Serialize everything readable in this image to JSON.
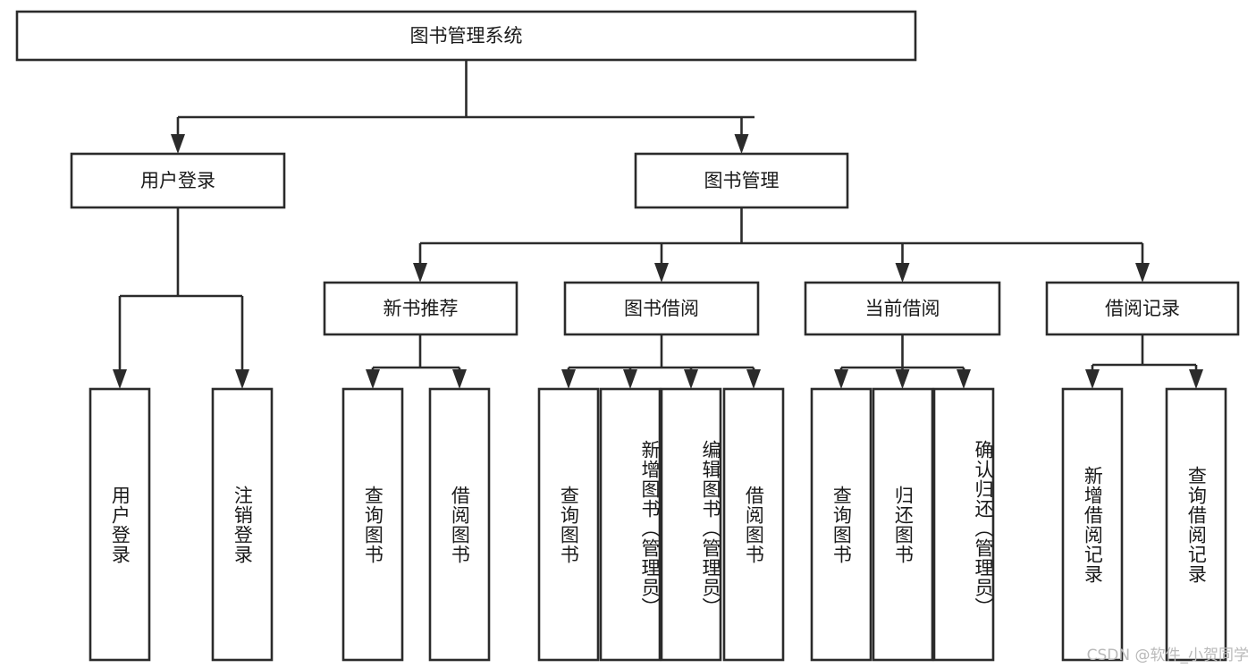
{
  "diagram": {
    "title": "图书管理系统",
    "type": "tree-hierarchy",
    "orientation": "top-down",
    "root": {
      "label": "图书管理系统",
      "children": [
        {
          "label": "用户登录",
          "children": [
            {
              "label": "用户登录"
            },
            {
              "label": "注销登录"
            }
          ]
        },
        {
          "label": "图书管理",
          "children": [
            {
              "label": "新书推荐",
              "children": [
                {
                  "label": "查询图书"
                },
                {
                  "label": "借阅图书"
                }
              ]
            },
            {
              "label": "图书借阅",
              "children": [
                {
                  "label": "查询图书"
                },
                {
                  "label": "新增图书（管理员）"
                },
                {
                  "label": "编辑图书（管理员）"
                },
                {
                  "label": "借阅图书"
                }
              ]
            },
            {
              "label": "当前借阅",
              "children": [
                {
                  "label": "查询图书"
                },
                {
                  "label": "归还图书"
                },
                {
                  "label": "确认归还（管理员）"
                }
              ]
            },
            {
              "label": "借阅记录",
              "children": [
                {
                  "label": "新增借阅记录"
                },
                {
                  "label": "查询借阅记录"
                }
              ]
            }
          ]
        }
      ]
    }
  },
  "nodes": {
    "root": {
      "label": "图书管理系统"
    },
    "level2": [
      {
        "label": "用户登录"
      },
      {
        "label": "图书管理"
      }
    ],
    "level3": [
      {
        "label": "新书推荐"
      },
      {
        "label": "图书借阅"
      },
      {
        "label": "当前借阅"
      },
      {
        "label": "借阅记录"
      }
    ],
    "leaves": [
      {
        "label": "用户登录"
      },
      {
        "label": "注销登录"
      },
      {
        "label": "查询图书"
      },
      {
        "label": "借阅图书"
      },
      {
        "label": "查询图书"
      },
      {
        "label": "新增图书（管理员）"
      },
      {
        "label": "编辑图书（管理员）"
      },
      {
        "label": "借阅图书"
      },
      {
        "label": "查询图书"
      },
      {
        "label": "归还图书"
      },
      {
        "label": "确认归还（管理员）"
      },
      {
        "label": "新增借阅记录"
      },
      {
        "label": "查询借阅记录"
      }
    ]
  },
  "watermark": {
    "text": "CSDN @软件_小贺同学"
  },
  "colors": {
    "stroke": "#2b2b2b",
    "fill": "#ffffff",
    "text": "#1a1a1a",
    "watermark": "#b9b9b9",
    "background": "#ffffff"
  }
}
